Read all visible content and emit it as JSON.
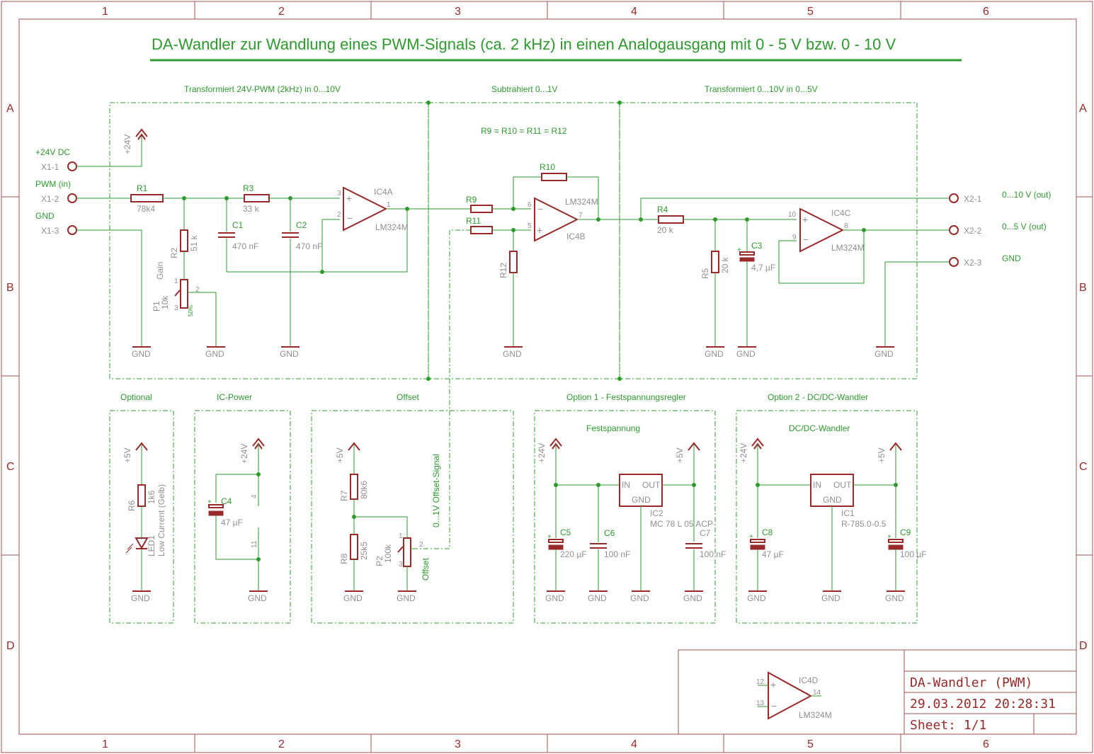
{
  "title": "DA-Wandler zur Wandlung eines PWM-Signals (ca. 2 kHz) in einen Analogausgang mit 0 - 5 V bzw. 0 - 10 V",
  "frame": {
    "columns": [
      "1",
      "2",
      "3",
      "4",
      "5",
      "6"
    ],
    "rows": [
      "A",
      "B",
      "C",
      "D"
    ]
  },
  "sections": {
    "stage1": "Transformiert 24V-PWM (2kHz) in 0...10V",
    "stage2": "Subtrahiert 0...1V",
    "stage2_note": "R9 = R10 = R11 = R12",
    "stage3": "Transformiert 0...10V in 0...5V",
    "optional": "Optional",
    "icpower": "IC-Power",
    "offset": "Offset",
    "option1": "Option 1 - Festspannungsregler",
    "option1_sub": "Festspannung",
    "option2": "Option 2 - DC/DC-Wandler",
    "option2_sub": "DC/DC-Wandler"
  },
  "connectors": {
    "x1_1": {
      "name": "X1-1",
      "label": "+24V DC"
    },
    "x1_2": {
      "name": "X1-2",
      "label": "PWM (in)"
    },
    "x1_3": {
      "name": "X1-3",
      "label": "GND"
    },
    "x2_1": {
      "name": "X2-1",
      "label": "0...10 V (out)"
    },
    "x2_2": {
      "name": "X2-2",
      "label": "0...5 V (out)"
    },
    "x2_3": {
      "name": "X2-3",
      "label": "GND"
    }
  },
  "parts": {
    "r1": {
      "name": "R1",
      "value": "78k4"
    },
    "r2": {
      "name": "R2",
      "value": "51 k"
    },
    "r3": {
      "name": "R3",
      "value": "33 k"
    },
    "r4": {
      "name": "R4",
      "value": "20 k"
    },
    "r5": {
      "name": "R5",
      "value": "20 k"
    },
    "r6": {
      "name": "R6",
      "value": "1k6"
    },
    "r7": {
      "name": "R7",
      "value": "80k6"
    },
    "r8": {
      "name": "R8",
      "value": "25k5"
    },
    "r9": {
      "name": "R9"
    },
    "r10": {
      "name": "R10"
    },
    "r11": {
      "name": "R11"
    },
    "r12": {
      "name": "R12"
    },
    "c1": {
      "name": "C1",
      "value": "470 nF"
    },
    "c2": {
      "name": "C2",
      "value": "470 nF"
    },
    "c3": {
      "name": "C3",
      "value": "4,7 µF"
    },
    "c4": {
      "name": "C4",
      "value": "47 µF"
    },
    "c5": {
      "name": "C5",
      "value": "220 µF"
    },
    "c6": {
      "name": "C6",
      "value": "100 nF"
    },
    "c7": {
      "name": "C7",
      "value": "100 nF"
    },
    "c8": {
      "name": "C8",
      "value": "47 µF"
    },
    "c9": {
      "name": "C9",
      "value": "100 µF"
    },
    "p1": {
      "name": "P1",
      "value": "10k",
      "label": "Gain",
      "setting": "50%"
    },
    "p2": {
      "name": "P2",
      "value": "100k",
      "label": "Offset"
    },
    "led1": {
      "name": "LED1",
      "value": "Low Current (Gelb)"
    },
    "ic4a": {
      "name": "IC4A",
      "type": "LM324M"
    },
    "ic4b": {
      "name": "IC4B",
      "type": "LM324M"
    },
    "ic4c": {
      "name": "IC4C",
      "type": "LM324M"
    },
    "ic4d": {
      "name": "IC4D",
      "type": "LM324M"
    },
    "ic2": {
      "name": "IC2",
      "type": "MC 78 L 05 ACP"
    },
    "ic1": {
      "name": "IC1",
      "type": "R-785.0-0.5"
    }
  },
  "pins": {
    "ic4a": [
      "3",
      "2",
      "1"
    ],
    "ic4b": [
      "6",
      "5",
      "7"
    ],
    "ic4c": [
      "10",
      "9",
      "8"
    ],
    "ic4d": [
      "12",
      "13",
      "14"
    ],
    "power": [
      "4",
      "11"
    ],
    "pot": [
      "1",
      "2",
      "3"
    ]
  },
  "regulator": {
    "in": "IN",
    "out": "OUT",
    "gnd": "GND"
  },
  "net_labels": {
    "gnd": "GND",
    "v24": "+24V",
    "v5": "+5V",
    "offset_signal": "0...1V Offset-Signal"
  },
  "title_block": {
    "name": "DA-Wandler (PWM)",
    "datetime": "29.03.2012 20:28:31",
    "sheet": "Sheet: 1/1"
  },
  "colors": {
    "frame": "#a05050",
    "wire": "#2e9a2e",
    "symbol": "#9a2a2a",
    "label_gray": "#909090"
  }
}
